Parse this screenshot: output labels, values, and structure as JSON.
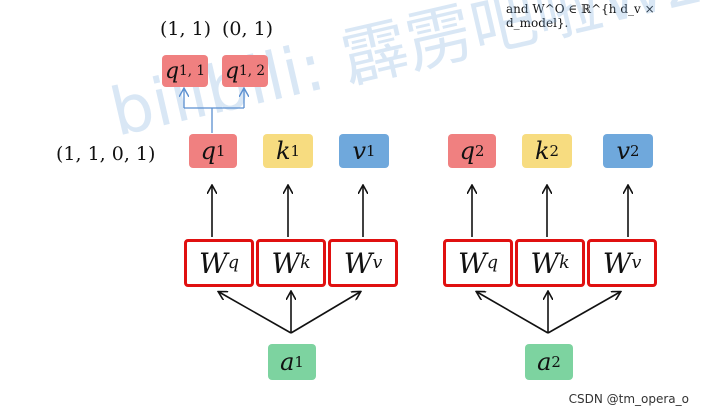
{
  "top_note": "and W^O ∈ ℝ^{h d_v × d_model}.",
  "pair_labels": {
    "left": "(1, 1)",
    "right": "(0, 1)"
  },
  "vector_label": "(1, 1, 0, 1)",
  "split_heads": {
    "first": "q",
    "first_sup": "1, 1",
    "second": "q",
    "second_sup": "1, 2"
  },
  "group1": {
    "q": "q",
    "q_sup": "1",
    "k": "k",
    "k_sup": "1",
    "v": "v",
    "v_sup": "1",
    "wq": "W",
    "wq_sup": "q",
    "wk": "W",
    "wk_sup": "k",
    "wv": "W",
    "wv_sup": "v",
    "input": "a",
    "input_sub": "1"
  },
  "group2": {
    "q": "q",
    "q_sup": "2",
    "k": "k",
    "k_sup": "2",
    "v": "v",
    "v_sup": "2",
    "wq": "W",
    "wq_sup": "q",
    "wk": "W",
    "wk_sup": "k",
    "wv": "W",
    "wv_sup": "v",
    "input": "a",
    "input_sub": "2"
  },
  "watermark": "bilibili: 霹雳吧啦Wz",
  "footer": "CSDN @tm_opera_o",
  "colors": {
    "q": "#f08080",
    "k": "#f7dc80",
    "v": "#6fa8dc",
    "a": "#7dd3a0",
    "w_border": "#e01010"
  }
}
